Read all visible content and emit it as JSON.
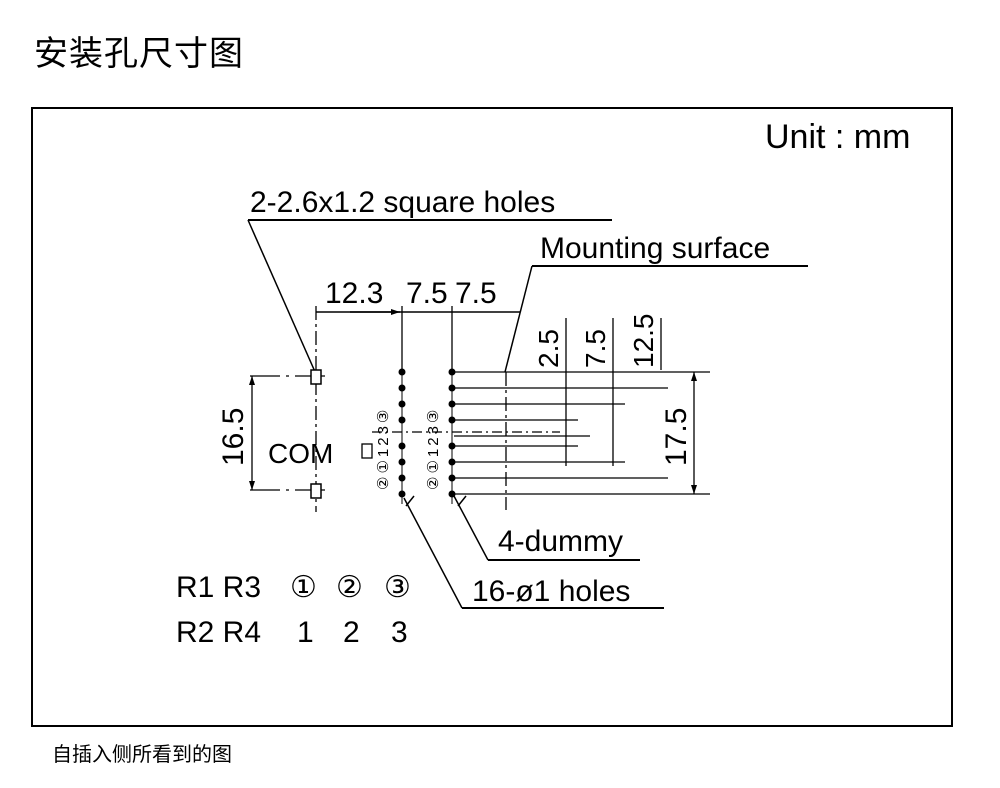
{
  "page_title": "安装孔尺寸图",
  "caption": "自插入侧所看到的图",
  "diagram": {
    "unit_label": "Unit : mm",
    "callouts": {
      "square_holes": "2-2.6x1.2 square holes",
      "mounting_surface": "Mounting surface",
      "dummy": "4-dummy",
      "round_holes": "16-ø1 holes"
    },
    "dimensions": {
      "d12_3": "12.3",
      "d7_5a": "7.5",
      "d7_5b": "7.5",
      "v2_5": "2.5",
      "v7_5": "7.5",
      "v12_5": "12.5",
      "v16_5": "16.5",
      "v17_5": "17.5"
    },
    "com_label": "COM",
    "pin_column": [
      "②",
      "①",
      "1",
      "2",
      "3",
      "③"
    ],
    "legend": {
      "row1": [
        "R1 R3",
        "①",
        "②",
        "③"
      ],
      "row2": [
        "R2 R4",
        "1",
        "2",
        "3"
      ]
    }
  }
}
